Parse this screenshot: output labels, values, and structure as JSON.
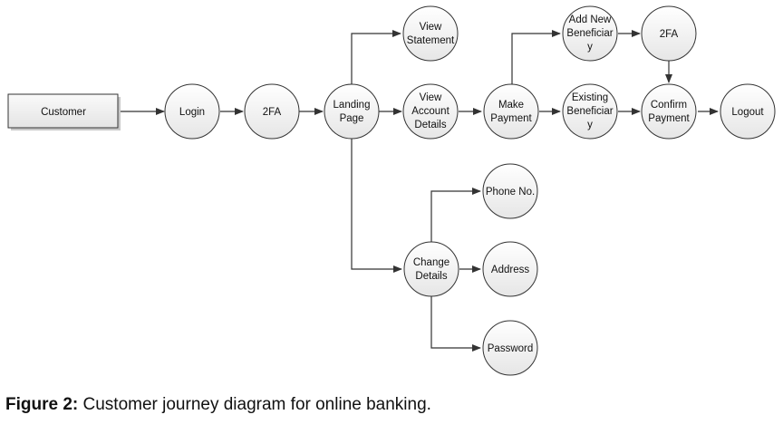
{
  "nodes": {
    "customer": "Customer",
    "login": "Login",
    "twofa": "2FA",
    "landing": [
      "Landing",
      "Page"
    ],
    "view_statement": [
      "View",
      "Statement"
    ],
    "view_account": [
      "View",
      "Account",
      "Details"
    ],
    "make_payment": [
      "Make",
      "Payment"
    ],
    "add_beneficiary": [
      "Add New",
      "Beneficiar",
      "y"
    ],
    "twofa2": "2FA",
    "existing_beneficiary": [
      "Existing",
      "Beneficiar",
      "y"
    ],
    "confirm_payment": [
      "Confirm",
      "Payment"
    ],
    "logout": "Logout",
    "change_details": [
      "Change",
      "Details"
    ],
    "phone": "Phone No.",
    "address": "Address",
    "password": "Password"
  },
  "caption": {
    "label": "Figure 2:",
    "text": " Customer journey diagram for online banking."
  }
}
